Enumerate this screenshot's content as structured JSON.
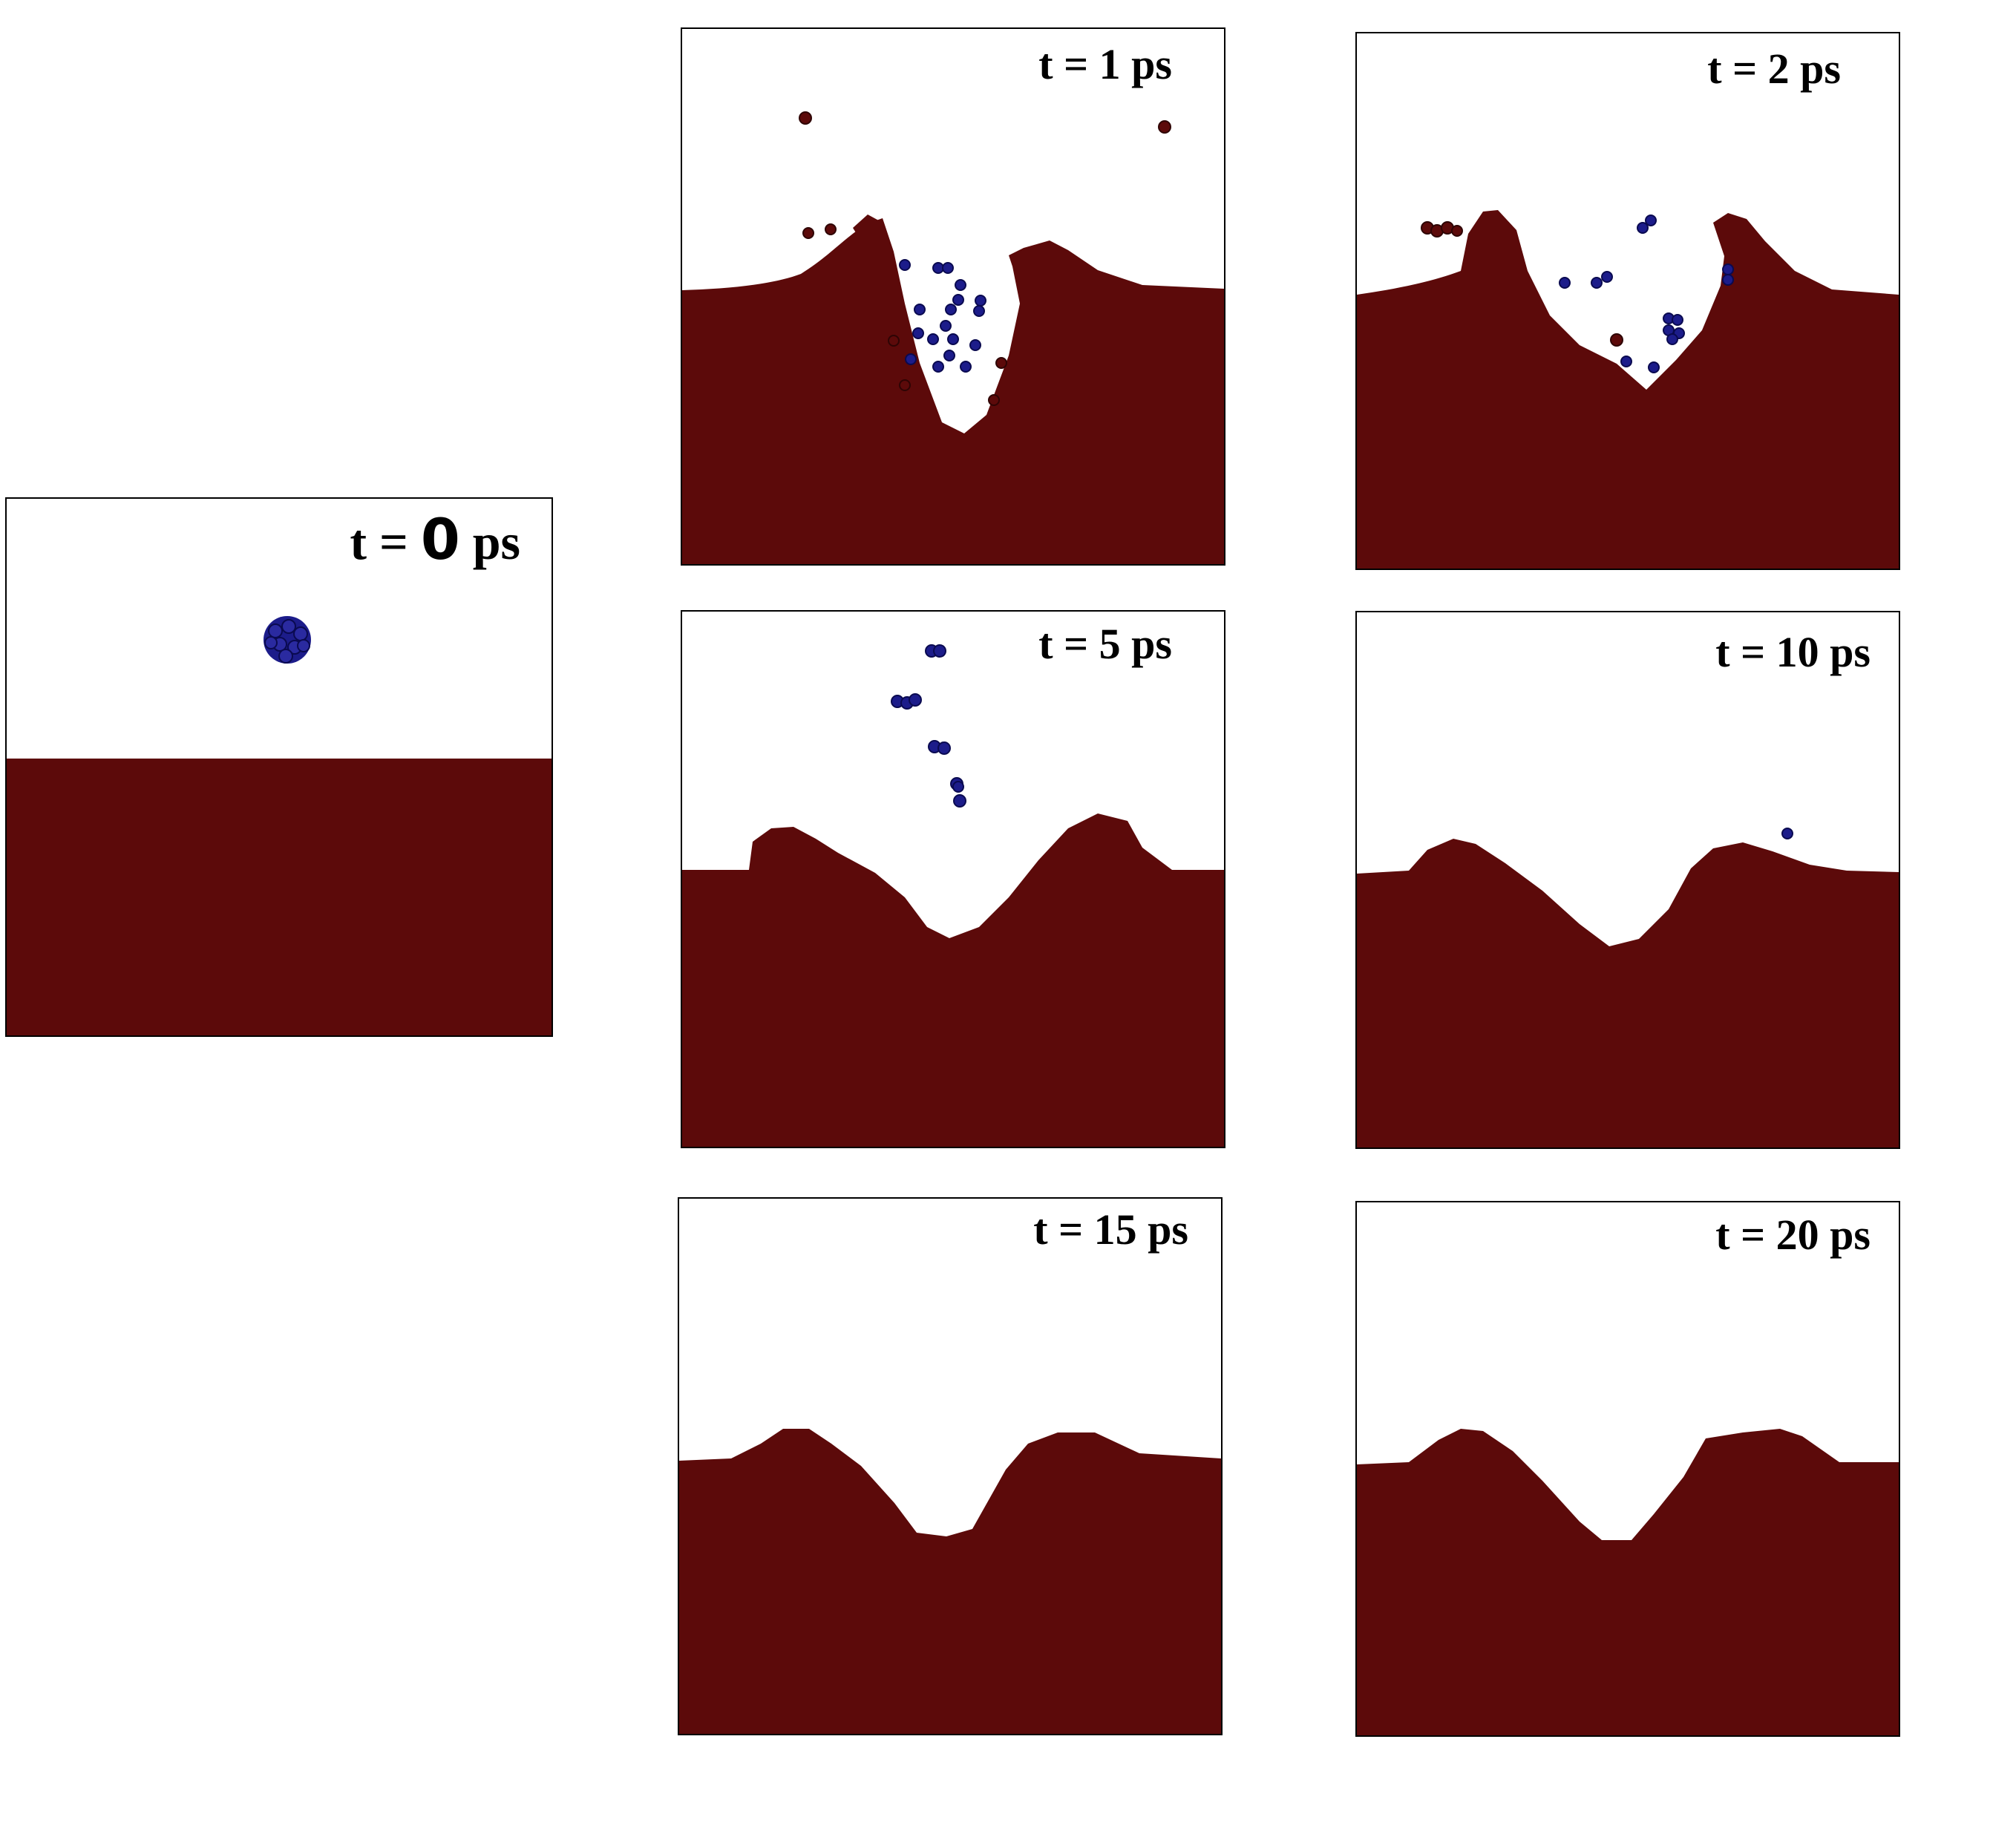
{
  "figure": {
    "colors": {
      "substrate": "#5c0a0a",
      "substrate_edge": "#2e0404",
      "projectile": "#1c1c8a",
      "projectile_edge": "#0a0a50",
      "frame": "#000000"
    },
    "panels": [
      {
        "id": "p0",
        "label_prefix": "t = ",
        "label_value": "0",
        "label_unit": " ps"
      },
      {
        "id": "p1",
        "label": "t = 1 ps"
      },
      {
        "id": "p2",
        "label": "t = 2 ps"
      },
      {
        "id": "p5",
        "label": "t = 5 ps"
      },
      {
        "id": "p10",
        "label": "t = 10 ps"
      },
      {
        "id": "p15",
        "label": "t = 15 ps"
      },
      {
        "id": "p20",
        "label": "t = 20 ps"
      }
    ]
  }
}
